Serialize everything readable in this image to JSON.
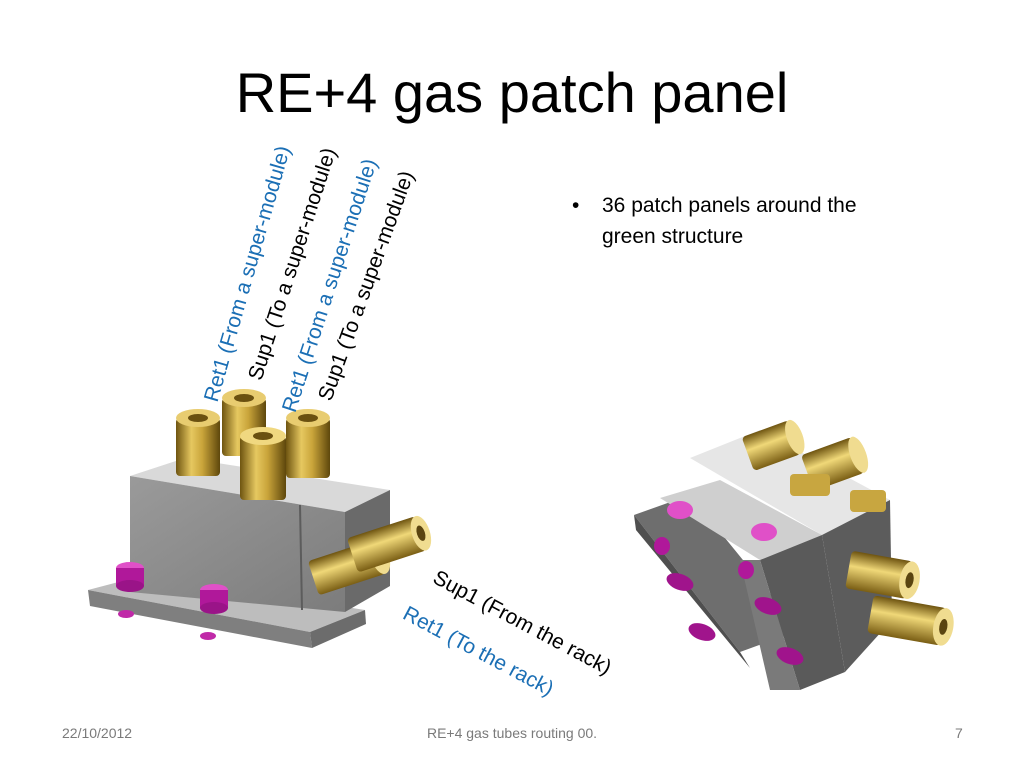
{
  "slide": {
    "title": "RE+4 gas patch panel",
    "bullets": [
      "36 patch panels around the green structure"
    ],
    "labels": {
      "ret1_from_sm_a": "Ret1 (From a super-module)",
      "sup1_to_sm_a": "Sup1 (To a super-module)",
      "ret1_from_sm_b": "Ret1 (From a super-module)",
      "sup1_to_sm_b": "Sup1 (To a super-module)",
      "sup1_from_rack": "Sup1 (From the rack)",
      "ret1_to_rack": "Ret1 (To the rack)"
    },
    "footer": {
      "date": "22/10/2012",
      "center": "RE+4 gas tubes routing 00.",
      "page": "7"
    },
    "colors": {
      "label_blue": "#1b6fb5",
      "brass": "#b8962e",
      "bolt_magenta": "#cc22aa",
      "block_grey": "#8c8c8c"
    }
  }
}
